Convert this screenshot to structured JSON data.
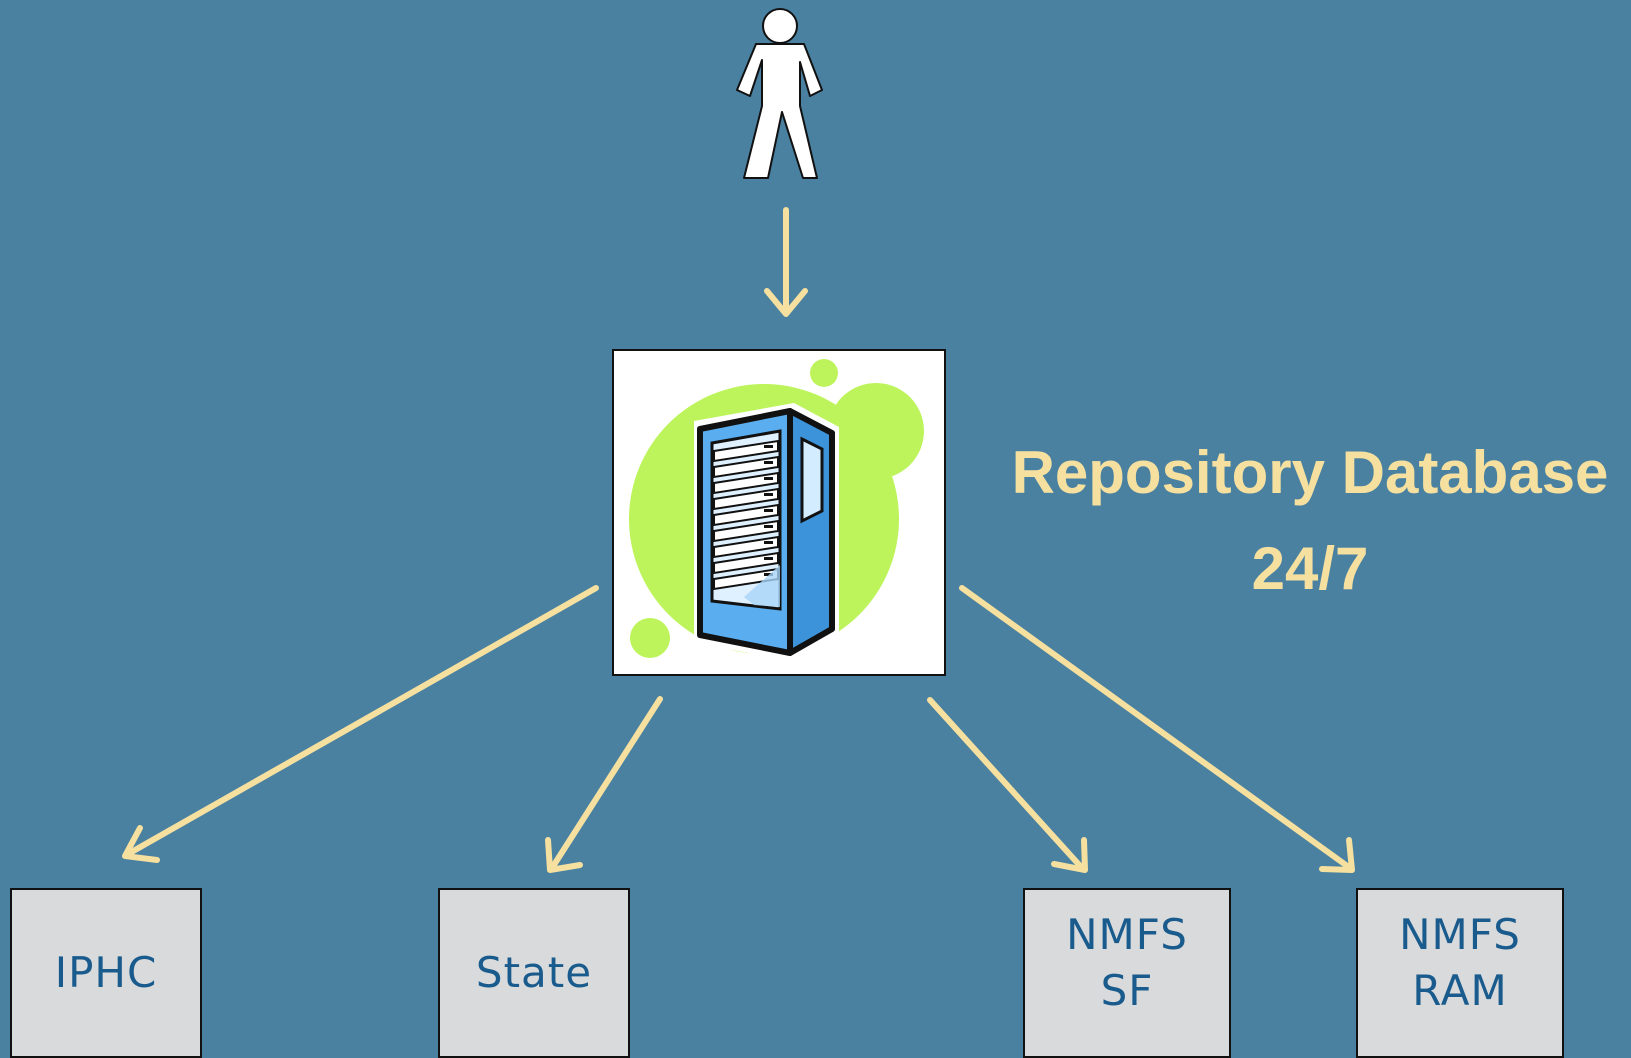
{
  "repository": {
    "line1": "Repository Database",
    "line2": "24/7"
  },
  "destinations": [
    {
      "lines": [
        "IPHC"
      ]
    },
    {
      "lines": [
        "State"
      ]
    },
    {
      "lines": [
        "NMFS",
        "SF"
      ]
    },
    {
      "lines": [
        "NMFS",
        "RAM"
      ]
    }
  ],
  "icons": {
    "user": "person-icon",
    "server": "server-rack-icon"
  },
  "colors": {
    "background": "#4a81a1",
    "arrow": "#f6e09f",
    "label": "#f6e09f",
    "box_fill": "#d9dadb",
    "box_text": "#1a5b8e",
    "bubble": "#bdf45c",
    "server_blue": "#5aaef0"
  }
}
